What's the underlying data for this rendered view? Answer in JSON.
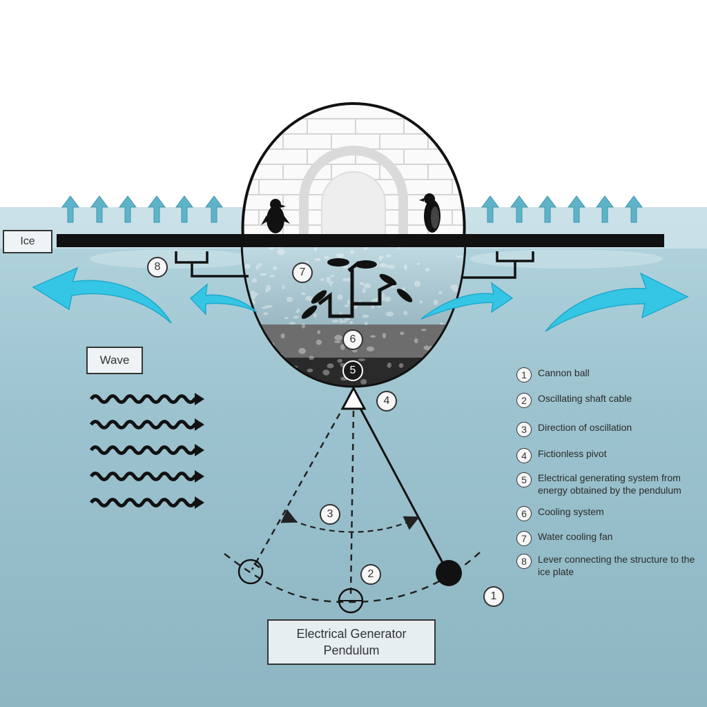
{
  "labels": {
    "ice": "Ice",
    "wave": "Wave",
    "title_line1": "Electrical Generator",
    "title_line2": "Pendulum"
  },
  "callouts": [
    "1",
    "2",
    "3",
    "4",
    "5",
    "6",
    "7",
    "8"
  ],
  "legend": [
    {
      "num": "1",
      "text": "Cannon ball"
    },
    {
      "num": "2",
      "text": "Oscillating shaft cable"
    },
    {
      "num": "3",
      "text": "Direction of oscillation"
    },
    {
      "num": "4",
      "text": "Fictionless pivot"
    },
    {
      "num": "5",
      "text": "Electrical generating system from energy obtained by the pendulum"
    },
    {
      "num": "6",
      "text": "Cooling system"
    },
    {
      "num": "7",
      "text": "Water cooling fan"
    },
    {
      "num": "8",
      "text": "Lever connecting the structure to the ice plate"
    }
  ],
  "colors": {
    "sky": "#ffffff",
    "water": "#9fc6d2",
    "water_deep": "#8fb8c5",
    "arrow": "#5fb3c9",
    "flow_arrow": "#35c6e6",
    "ice_bar": "#111111"
  }
}
